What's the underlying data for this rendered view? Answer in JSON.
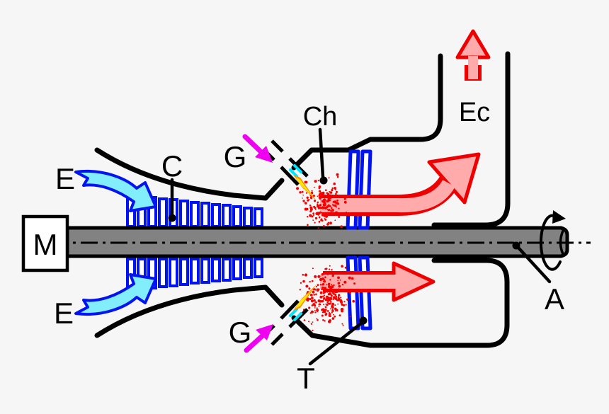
{
  "figure": {
    "type": "gas-turbine-engine-schematic",
    "labels": {
      "motor": "M",
      "air_intake_top": "E",
      "air_intake_bottom": "E",
      "compressor": "C",
      "fuel_top": "G",
      "fuel_bottom": "G",
      "combustion_chamber": "Ch",
      "exhaust": "Ec",
      "turbine": "T",
      "axle": "A"
    },
    "colors": {
      "casing_black": "#000000",
      "blade_blue": "#0013f0",
      "intake_air_cyan": "#82eefb",
      "fuel_magenta": "#f000f0",
      "fuel_spray_cyan": "#00e5ff",
      "hot_gas_pink": "#ffabab",
      "hot_gas_red": "#ee0000",
      "spark_red": "#f40000",
      "flame_orange": "#ff9000",
      "flame_yellow": "#ffe800",
      "shaft_gray": "#828282"
    }
  }
}
